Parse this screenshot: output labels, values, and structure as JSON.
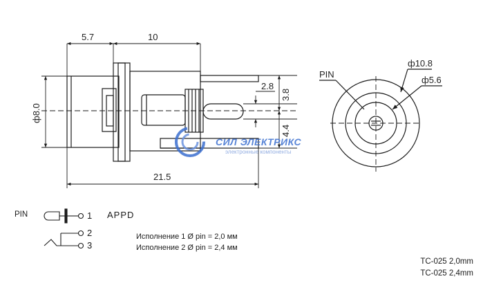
{
  "dimensions": {
    "d_5_7": "5.7",
    "d_10": "10",
    "d_2_8": "2.8",
    "d_3_8": "3.8",
    "d_8_0": "ф8.0",
    "d_4_4": "4.4",
    "d_21_5": "21.5",
    "d_10_8": "ф10.8",
    "d_5_6": "ф5.6"
  },
  "front_view": {
    "pin_label": "PIN"
  },
  "watermark": {
    "brand": "СИЛ ЭЛЕКТРИКС",
    "tagline": "электронные компоненты"
  },
  "schematic": {
    "pin_label": "PIN",
    "pin1": "1",
    "pin2": "2",
    "pin3": "3",
    "type": "APPD"
  },
  "legend": {
    "variant1": "Исполнение 1   Ø pin = 2,0 мм",
    "variant2": "Исполнение 2   Ø pin = 2,4 мм"
  },
  "models": {
    "model1": "TC-025 2,0mm",
    "model2": "TC-025 2,4mm"
  },
  "colors": {
    "line": "#1a1a1a",
    "watermark": "#3b6fd0"
  }
}
